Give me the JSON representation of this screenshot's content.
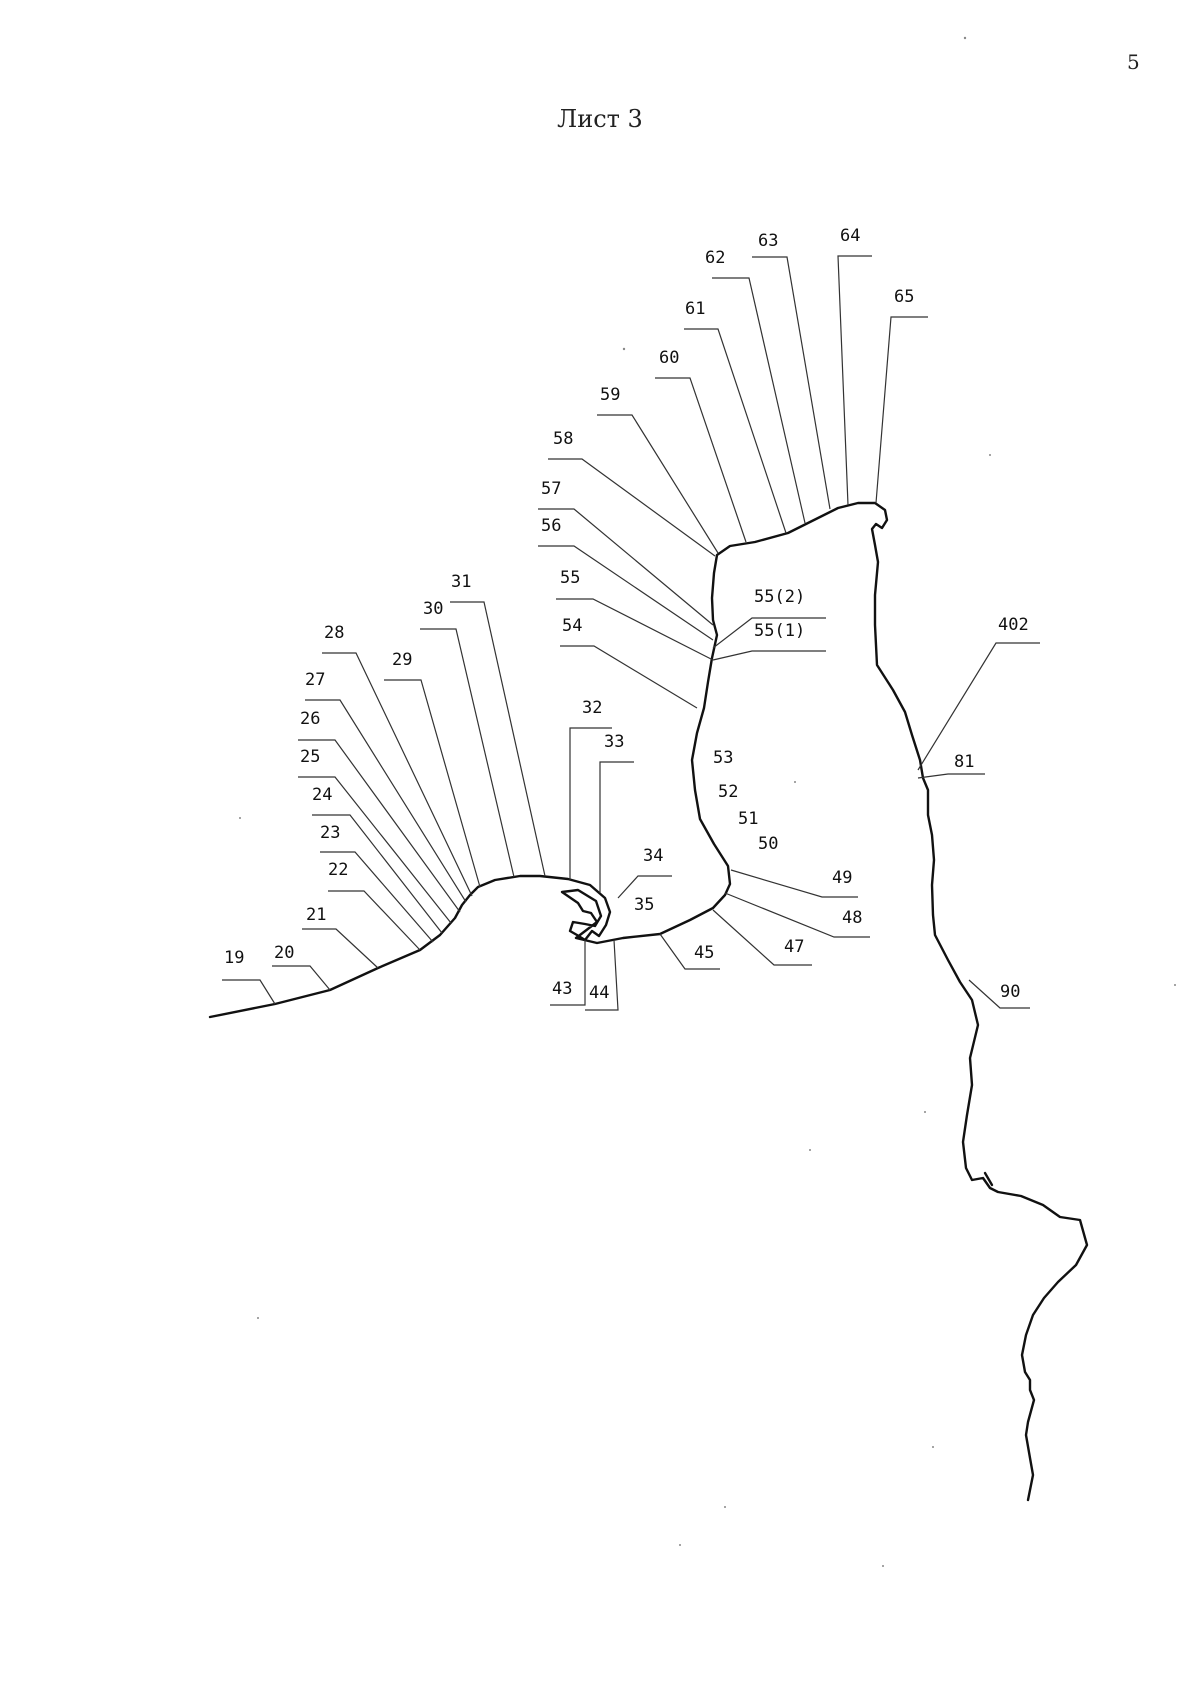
{
  "page": {
    "number": "5",
    "title": "Лист 3"
  },
  "map": {
    "point_labels": [
      "19",
      "20",
      "21",
      "22",
      "23",
      "24",
      "25",
      "26",
      "27",
      "28",
      "29",
      "30",
      "31",
      "32",
      "33",
      "34",
      "35",
      "43",
      "44",
      "45",
      "47",
      "48",
      "49",
      "50",
      "51",
      "52",
      "53",
      "54",
      "55",
      "55(1)",
      "55(2)",
      "56",
      "57",
      "58",
      "59",
      "60",
      "61",
      "62",
      "63",
      "64",
      "65",
      "81",
      "90",
      "402"
    ]
  }
}
